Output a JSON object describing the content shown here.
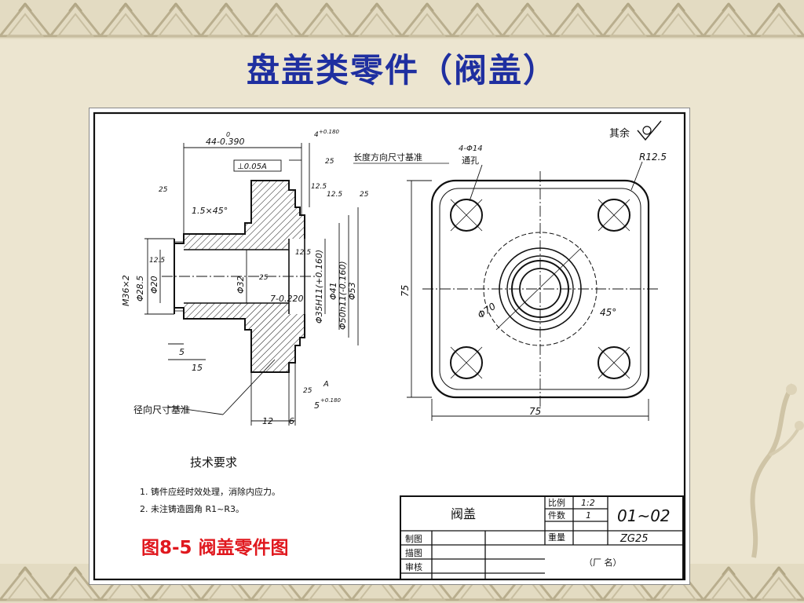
{
  "slide": {
    "title": "盘盖类零件（阀盖）",
    "caption": "图8-5  阀盖零件图"
  },
  "drawing": {
    "roughness_note": "其余",
    "dim_top": "44-0.390",
    "dim_top_upper": "0",
    "tolerance_box": "⊥0.05A",
    "dim_small_top": "4",
    "dim_small_top_tol": "+0.180",
    "hole_label": "4-Φ14",
    "hole_label2": "通孔",
    "length_datum": "长度方向尺寸基准",
    "radial_datum": "径向尺寸基准",
    "chamfer": "1.5×45°",
    "radius_corner": "R12.5",
    "dim_75_h": "75",
    "dim_75_v": "75",
    "dim_phi70": "Φ70",
    "dim_45deg": "45°",
    "rough_25": "25",
    "rough_125a": "12.5",
    "rough_125b": "12.5",
    "rough_125c": "12.5",
    "rough_125d": "12.5",
    "rough_25b": "25",
    "rough_25c": "25",
    "rough_25d": "25",
    "rough_25e": "25",
    "thread": "M36×2",
    "dim_phi285": "Φ28.5",
    "dim_phi20": "Φ20",
    "dim_phi32": "Φ32",
    "dim_7": "7-0.220",
    "dim_phi35": "Φ35H11(+0.160)",
    "dim_phi41": "Φ41",
    "dim_phi50": "Φ50h11(-0.160)",
    "dim_phi53": "Φ53",
    "dim_5": "5",
    "dim_15": "15",
    "dim_12": "12",
    "dim_6": "6",
    "dim_5b": "5",
    "dim_5b_tol": "+0.180",
    "datum_a": "A",
    "tech_title": "技术要求",
    "tech_1": "1. 铸件应经时效处理，消除内应力。",
    "tech_2": "2. 未注铸造圆角 R1~R3。",
    "tb_name": "阀盖",
    "tb_scale_label": "比例",
    "tb_scale_value": "1:2",
    "tb_qty_label": "件数",
    "tb_qty_value": "1",
    "tb_weight_label": "重量",
    "tb_drawing_no": "01~02",
    "tb_material": "ZG25",
    "tb_drawn": "制图",
    "tb_traced": "描图",
    "tb_checked": "审核",
    "tb_company": "（厂  名）"
  },
  "colors": {
    "title": "#1f2fa0",
    "caption": "#e0181e"
  }
}
